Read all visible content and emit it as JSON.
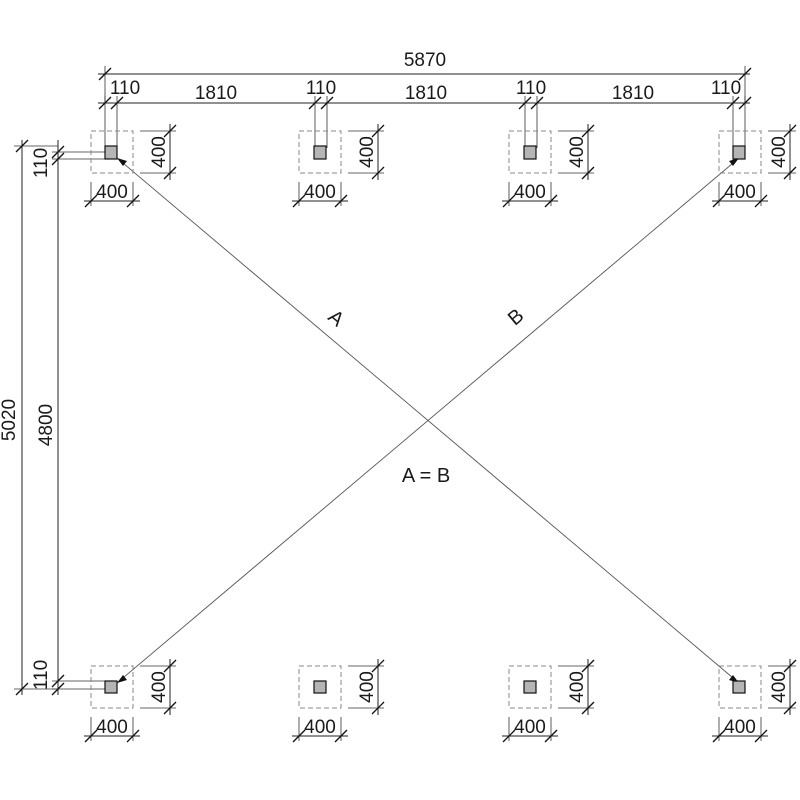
{
  "dimensions": {
    "overall_width": "5870",
    "post_offset": "110",
    "span": "1810",
    "overall_height": "5020",
    "inner_height": "4800",
    "footing_size": "400"
  },
  "diagonals": {
    "label_a": "A",
    "label_b": "B",
    "equality": "A = B"
  },
  "colors": {
    "line": "#222222",
    "post_fill": "#b5b5b5",
    "footing_dash": "#888888"
  }
}
